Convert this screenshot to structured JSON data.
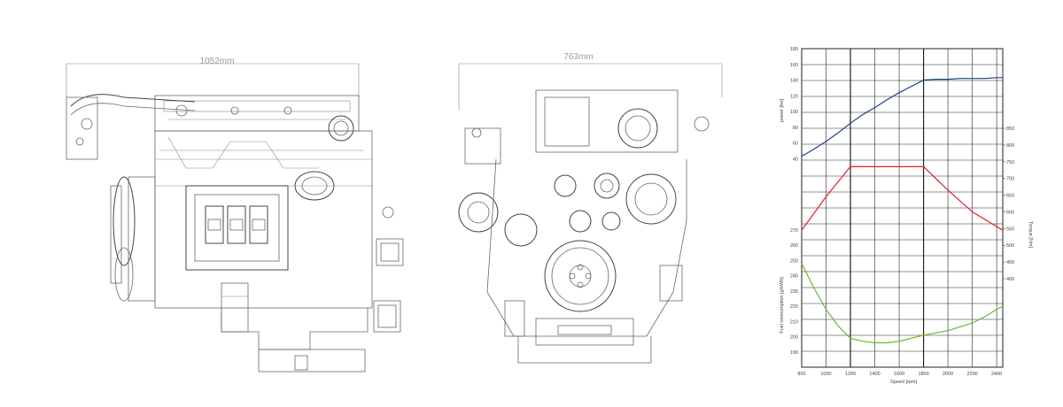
{
  "side_view": {
    "width_label": "1052mm"
  },
  "front_view": {
    "width_label": "763mm"
  },
  "chart_data": {
    "type": "line",
    "x_ticks": [
      "800",
      "1000",
      "1200",
      "1400",
      "1600",
      "1800",
      "2000",
      "2200",
      "2400"
    ],
    "xlabel": "Speed [rpm]",
    "xlim": [
      800,
      2450
    ],
    "panels": [
      {
        "ylabel": "power [kw]",
        "y_ticks": [
          "40",
          "60",
          "80",
          "100",
          "120",
          "140",
          "160",
          "180"
        ],
        "ylim": [
          20,
          180
        ],
        "series": [
          {
            "color": "#1f3f8f",
            "x": [
              800,
              900,
              1000,
              1100,
              1200,
              1300,
              1400,
              1500,
              1600,
              1700,
              1800,
              1900,
              2000,
              2100,
              2200,
              2300,
              2400,
              2450
            ],
            "y": [
              43,
              52,
              62,
              73,
              85,
              96,
              105,
              115,
              124,
              132,
              140,
              141,
              141,
              142,
              142,
              142,
              143,
              143
            ]
          }
        ]
      },
      {
        "ylabel": "Torque [Nm]",
        "y_ticks": [
          "400",
          "450",
          "500",
          "550",
          "600",
          "650",
          "700",
          "750",
          "800",
          "850"
        ],
        "ylim": [
          400,
          850
        ],
        "series": [
          {
            "color": "#e0202a",
            "x": [
              800,
              1000,
              1200,
              1400,
              1600,
              1800,
              2000,
              2200,
              2450
            ],
            "y": [
              545,
              645,
              735,
              735,
              735,
              735,
              665,
              600,
              545
            ]
          }
        ]
      },
      {
        "ylabel": "Fuel consumption [g/kWh]",
        "y_ticks": [
          "190",
          "200",
          "210",
          "220",
          "230",
          "240",
          "250",
          "260",
          "270"
        ],
        "ylim": [
          180,
          270
        ],
        "series": [
          {
            "color": "#6ab82e",
            "x": [
              800,
              900,
              1000,
              1100,
              1200,
              1300,
              1400,
              1500,
              1600,
              1800,
              2000,
              2200,
              2300,
              2400,
              2450
            ],
            "y": [
              248,
              232,
              218,
              207,
              199,
              197,
              196,
              196,
              197,
              201,
              204,
              209,
              213,
              218,
              220
            ]
          }
        ]
      }
    ]
  }
}
